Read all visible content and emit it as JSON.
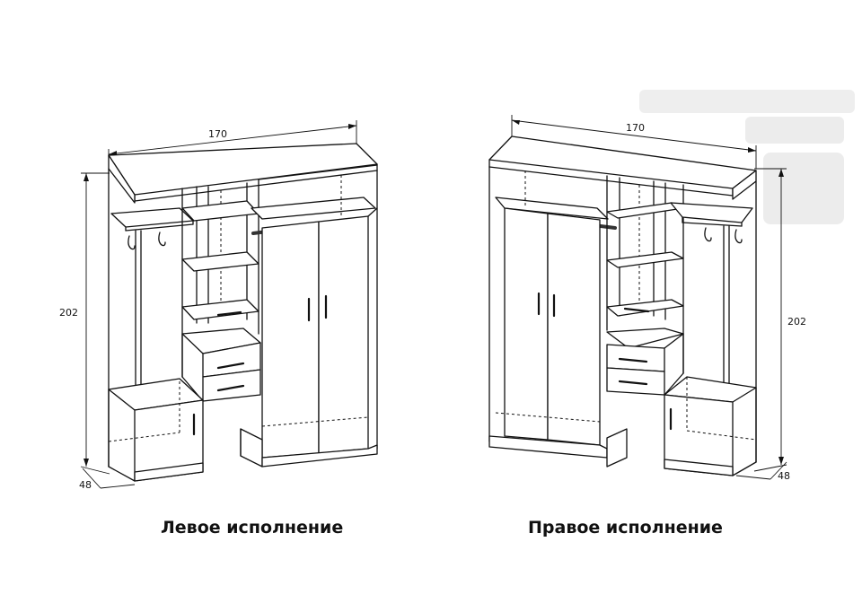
{
  "variants": [
    {
      "caption": "Левое исполнение",
      "dimensions": {
        "width": "170",
        "height": "202",
        "depth": "48"
      }
    },
    {
      "caption": "Правое исполнение",
      "dimensions": {
        "width": "170",
        "height": "202",
        "depth": "48"
      }
    }
  ]
}
